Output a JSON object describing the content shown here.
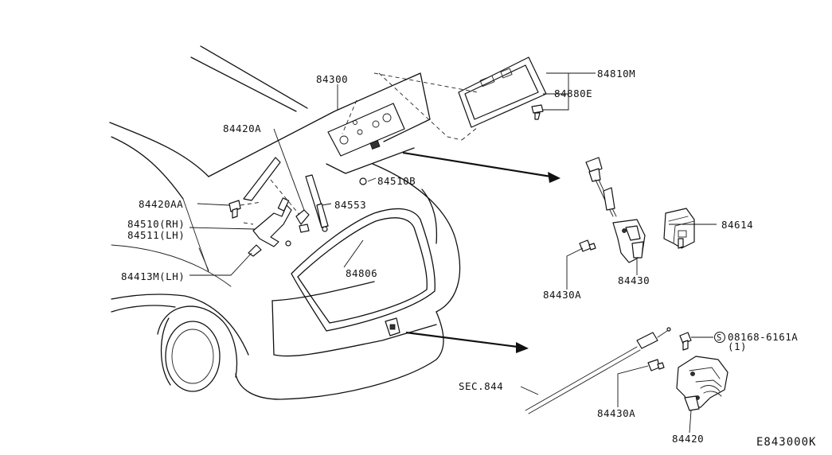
{
  "diagram_code": "E843000K",
  "callouts": {
    "p84300": "84300",
    "p84810M": "84810M",
    "p84880E": "84880E",
    "p84420A": "84420A",
    "p84420AA": "84420AA",
    "p84510B": "84510B",
    "p84553": "84553",
    "p84510RH": "84510(RH)",
    "p84511LH": "84511(LH)",
    "p84806": "84806",
    "p84413MLH": "84413M(LH)",
    "p84614": "84614",
    "p84430A_upper": "84430A",
    "p84430": "84430",
    "p08168": "08168-6161A",
    "p08168_qty": "(1)",
    "p08168_prefix": "S",
    "sec844": "SEC.844",
    "p84430A_lower": "84430A",
    "p84420": "84420"
  }
}
